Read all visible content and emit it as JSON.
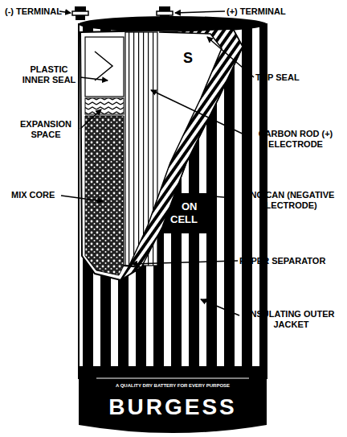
{
  "diagram": {
    "labels": [
      "(-) TERMINAL",
      "(+) TERMINAL",
      "PLASTIC INNER SEAL",
      "TOP SEAL",
      "EXPANSION SPACE",
      "CARBON ROD (+) ELECTRODE",
      "MIX CORE",
      "ZINC CAN (NEGATIVE ELECTRODE)",
      "PAPER SEPARATOR",
      "INSULATING OUTER JACKET",
      "S",
      "ON",
      "CELL",
      "A QUALITY DRY BATTERY FOR EVERY PURPOSE",
      "BURGESS"
    ]
  }
}
